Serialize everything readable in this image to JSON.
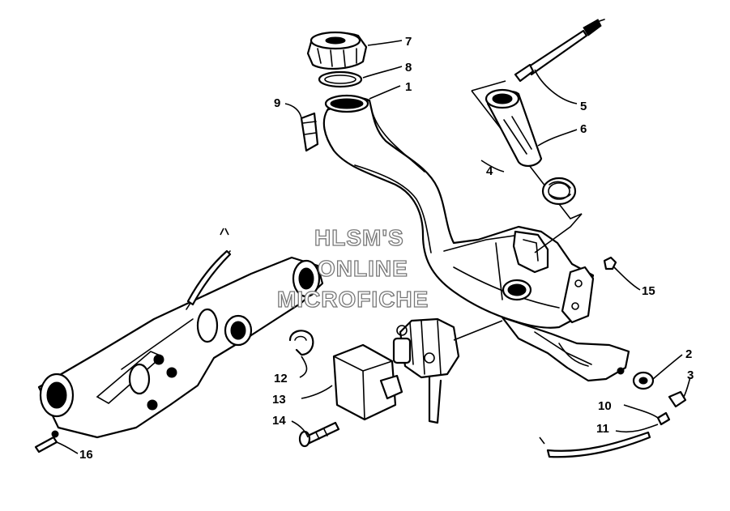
{
  "diagram": {
    "watermark": [
      "HLSM'S",
      "ONLINE",
      "MICROFICHE"
    ],
    "callouts": [
      {
        "id": "7",
        "label": "7"
      },
      {
        "id": "8a",
        "label": "8"
      },
      {
        "id": "1",
        "label": "1"
      },
      {
        "id": "9",
        "label": "9"
      },
      {
        "id": "5",
        "label": "5"
      },
      {
        "id": "6",
        "label": "6"
      },
      {
        "id": "4",
        "label": "4"
      },
      {
        "id": "15",
        "label": "15"
      },
      {
        "id": "2",
        "label": "2"
      },
      {
        "id": "3",
        "label": "3"
      },
      {
        "id": "10",
        "label": "10"
      },
      {
        "id": "11",
        "label": "11"
      },
      {
        "id": "12",
        "label": "12"
      },
      {
        "id": "13",
        "label": "13"
      },
      {
        "id": "14",
        "label": "14"
      },
      {
        "id": "16",
        "label": "16"
      }
    ]
  }
}
